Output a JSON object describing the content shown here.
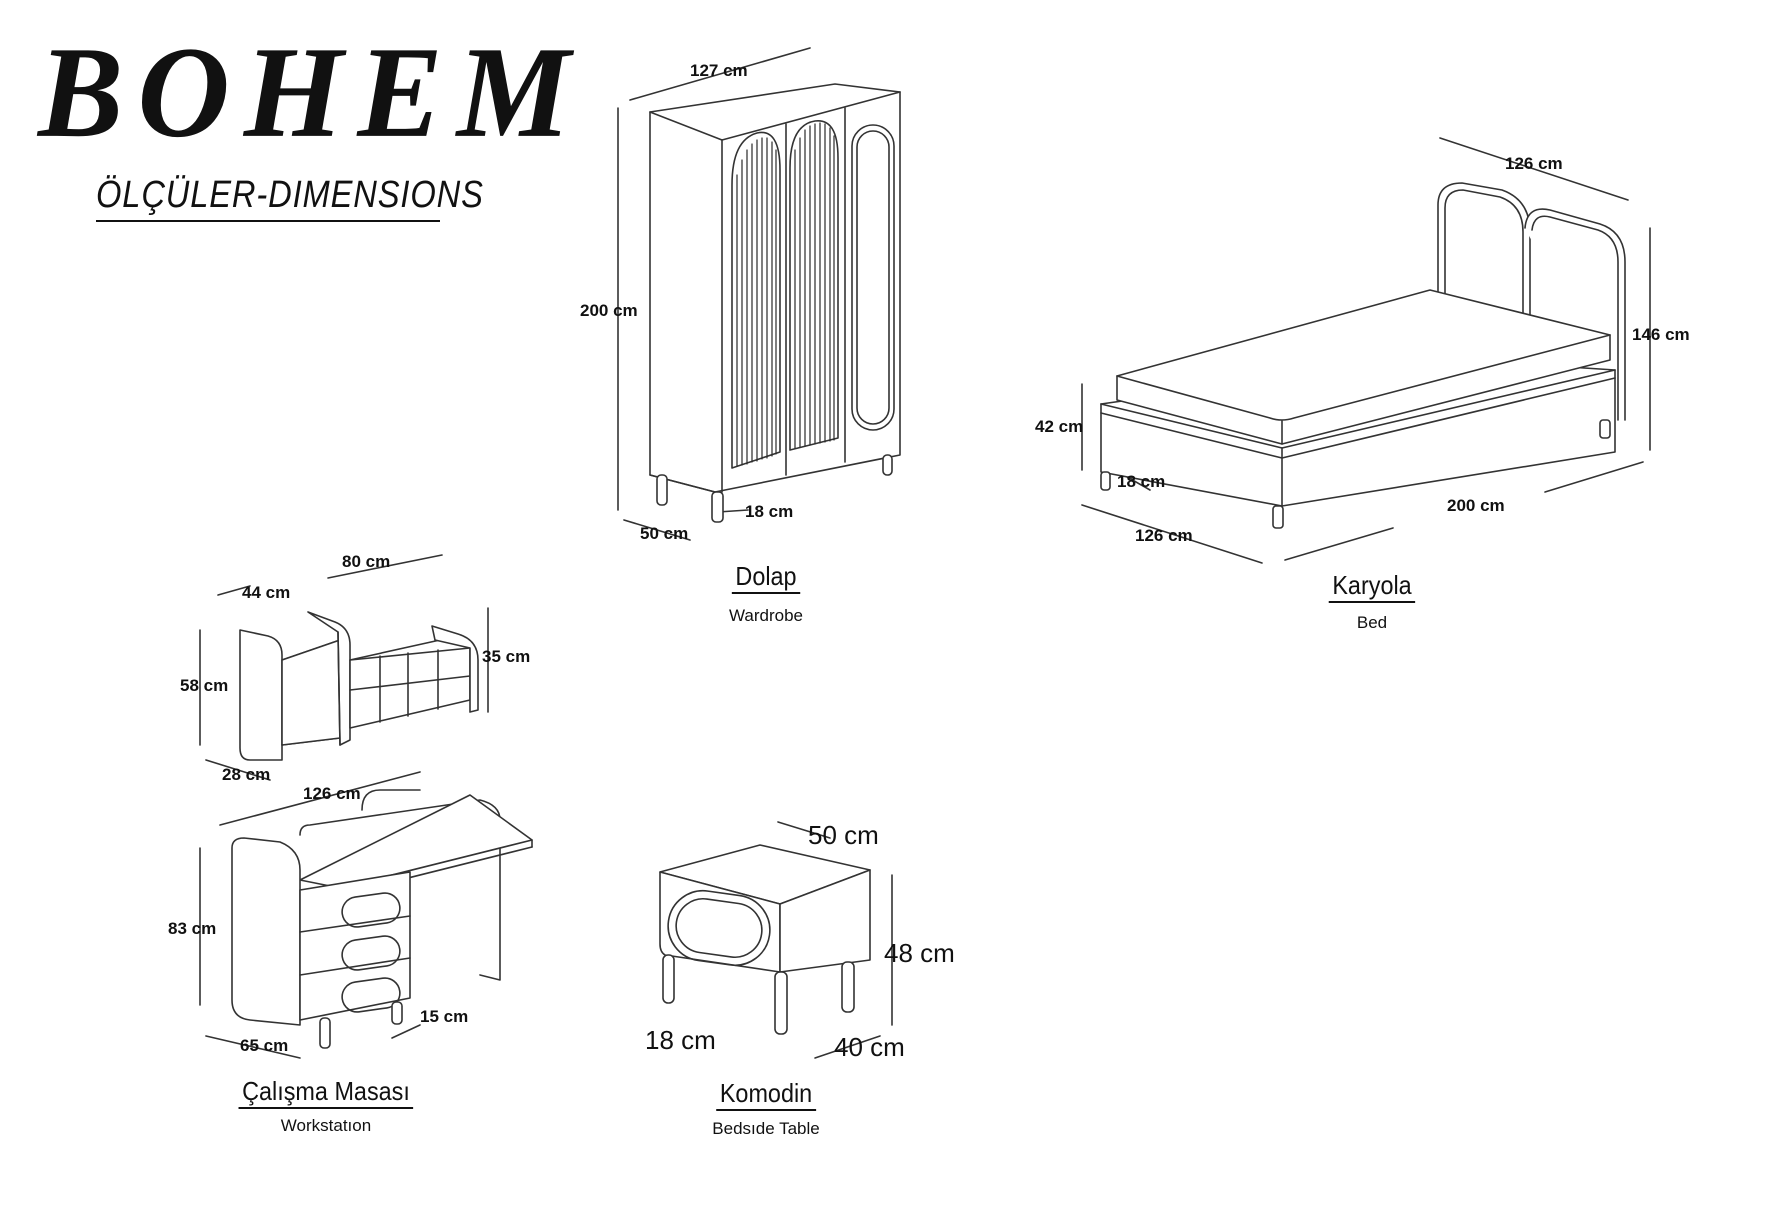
{
  "brand": {
    "title": "BOHEM",
    "subtitle": "ÖLÇÜLER-DIMENSIONS"
  },
  "colors": {
    "ink": "#111111",
    "line": "#333333",
    "fill": "#ffffff",
    "slat": "#2a2a2a"
  },
  "products": {
    "wardrobe": {
      "name_tr": "Dolap",
      "name_en": "Wardrobe",
      "dims": {
        "width": "127 cm",
        "height": "200 cm",
        "depth": "50 cm",
        "leg": "18 cm"
      }
    },
    "bed": {
      "name_tr": "Karyola",
      "name_en": "Bed",
      "dims": {
        "head_width": "126 cm",
        "head_height": "146 cm",
        "side_height": "42 cm",
        "leg": "18 cm",
        "length": "200 cm",
        "foot_width": "126 cm"
      }
    },
    "shelf": {
      "dims": {
        "top_width": "80 cm",
        "left_width": "44 cm",
        "height": "58 cm",
        "right_height": "35 cm",
        "depth": "28 cm"
      }
    },
    "workstation": {
      "name_tr": "Çalışma Masası",
      "name_en": "Workstatıon",
      "dims": {
        "width": "126 cm",
        "height": "83 cm",
        "depth": "65 cm",
        "leg": "15 cm"
      }
    },
    "bedside": {
      "name_tr": "Komodin",
      "name_en": "Bedsıde Table",
      "dims": {
        "width": "50 cm",
        "height": "48 cm",
        "leg": "18 cm",
        "depth": "40 cm"
      }
    }
  }
}
